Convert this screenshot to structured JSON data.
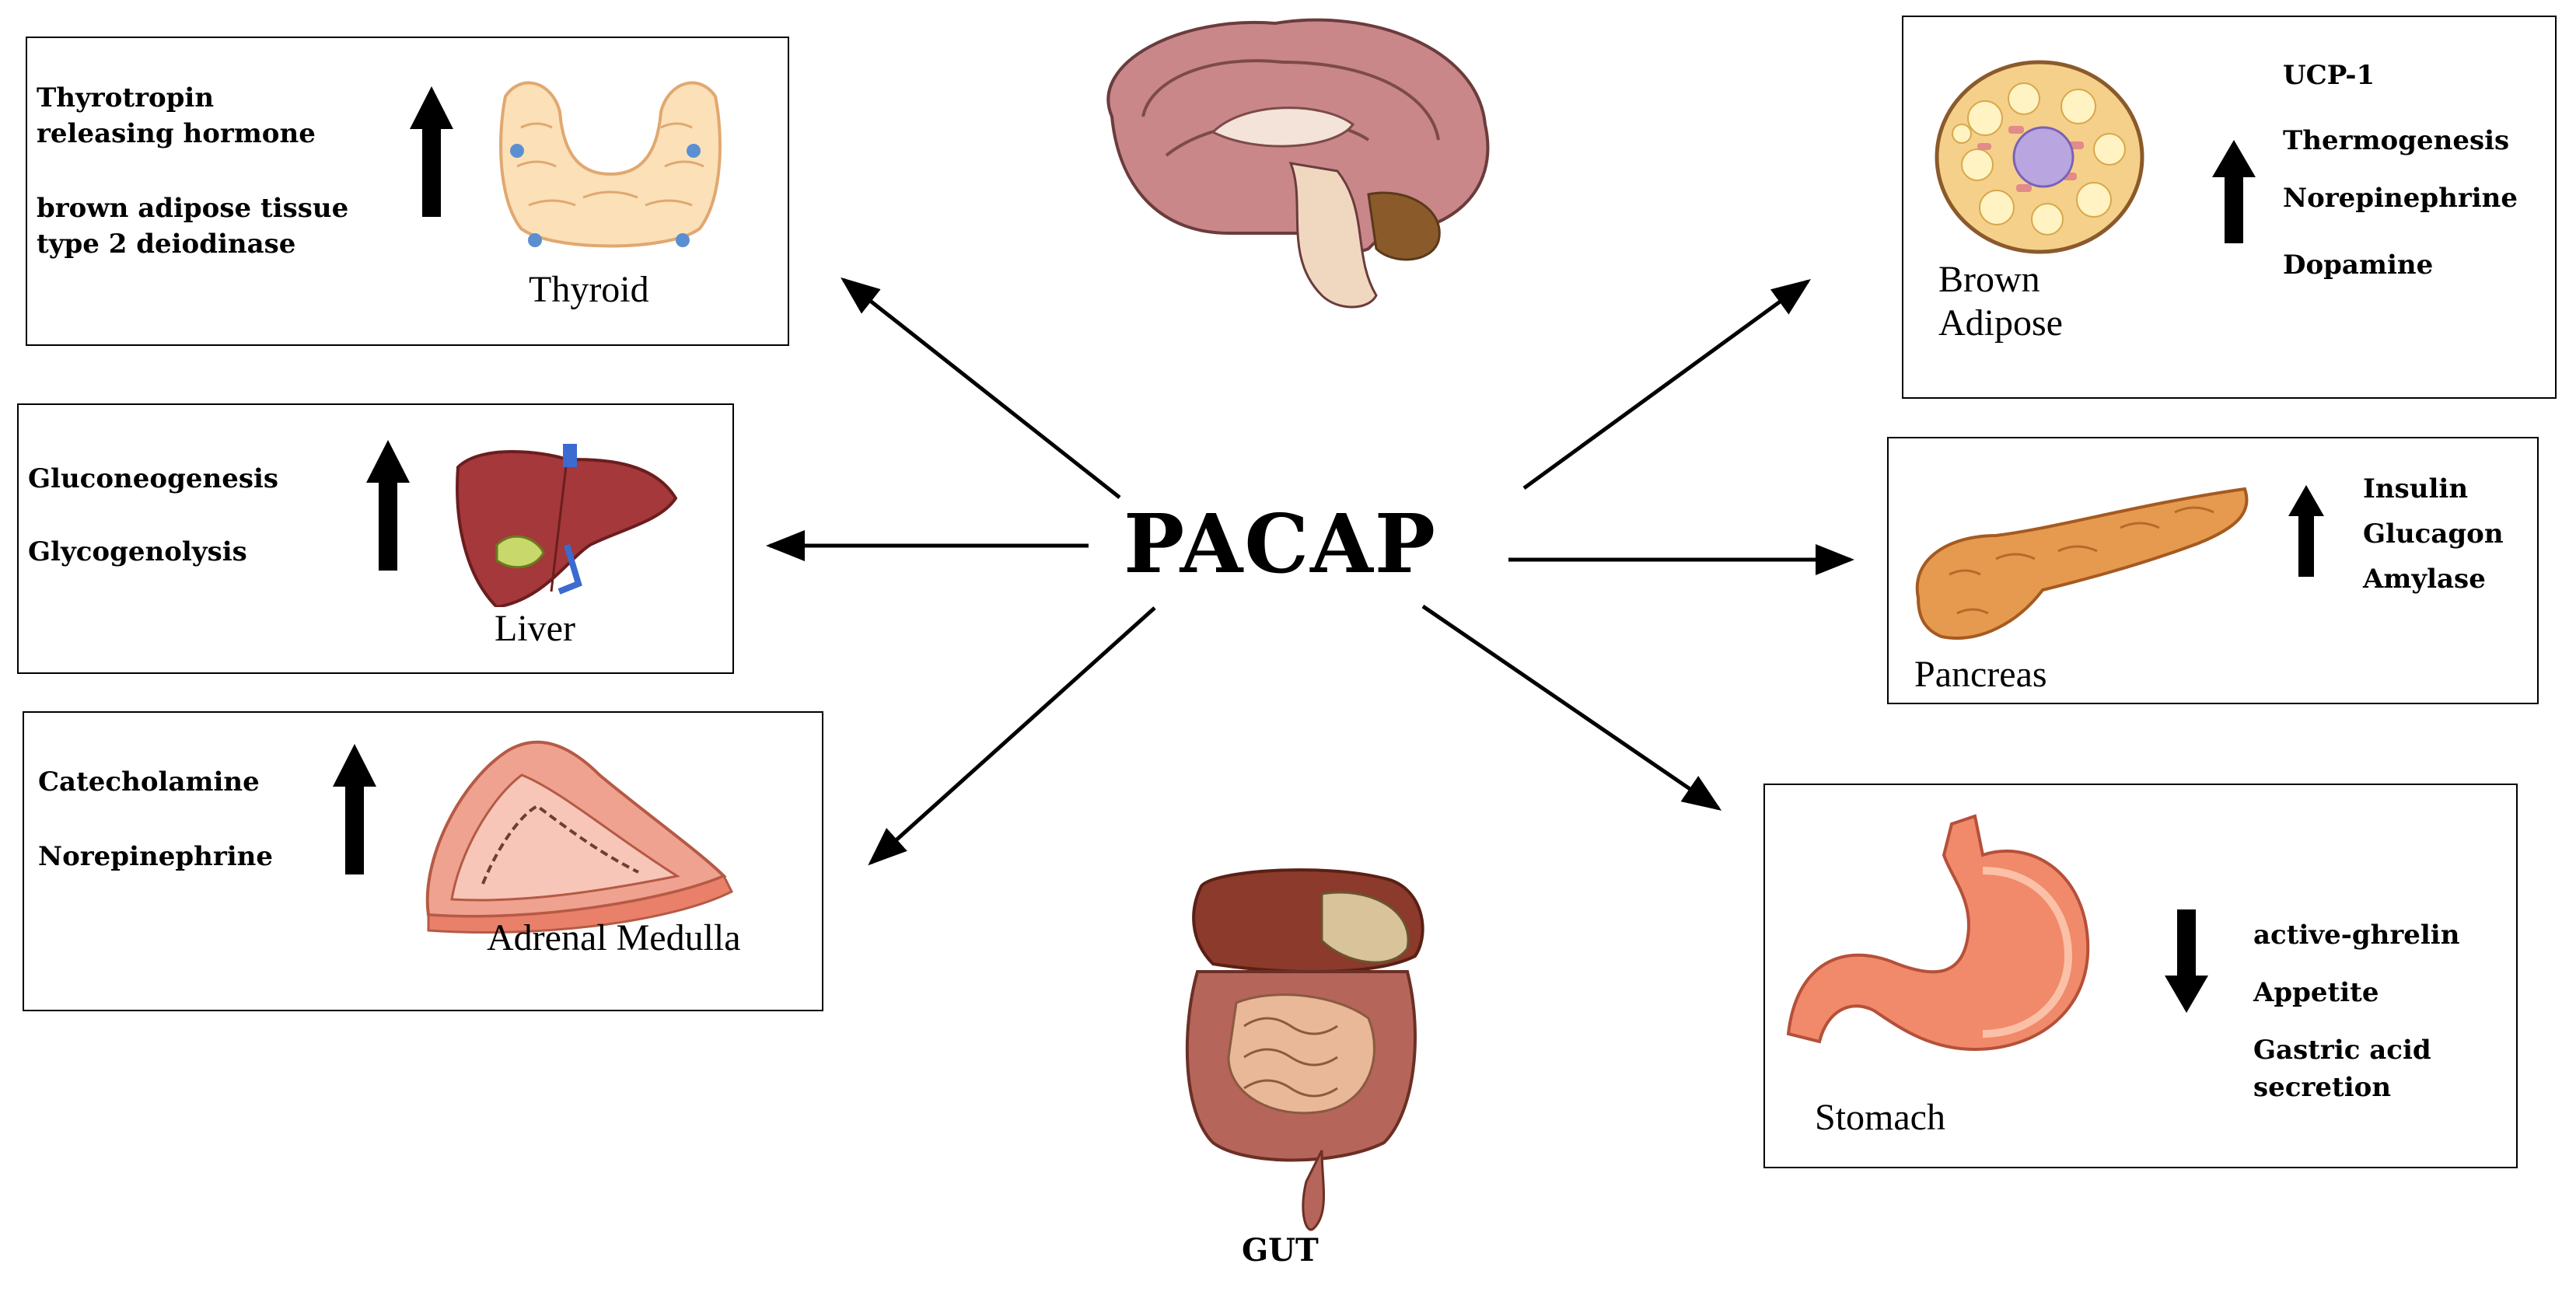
{
  "center": {
    "title": "PACAP"
  },
  "gut": {
    "label": "GUT"
  },
  "thyroid": {
    "label": "Thyroid",
    "direction": "up",
    "effects": [
      "Thyrotropin",
      "releasing hormone",
      "brown adipose tissue",
      "type 2 deiodinase"
    ]
  },
  "liver": {
    "label": "Liver",
    "direction": "up",
    "effects": [
      "Gluconeogenesis",
      "Glycogenolysis"
    ]
  },
  "adrenal": {
    "label": "Adrenal Medulla",
    "direction": "up",
    "effects": [
      "Catecholamine",
      "Norepinephrine"
    ]
  },
  "brown_adipose": {
    "label_line1": "Brown",
    "label_line2": "Adipose",
    "direction": "up",
    "effects": [
      "UCP-1",
      "Thermogenesis",
      "Norepinephrine",
      "Dopamine"
    ]
  },
  "pancreas": {
    "label": "Pancreas",
    "direction": "up",
    "effects": [
      "Insulin",
      "Glucagon",
      "Amylase"
    ]
  },
  "stomach": {
    "label": "Stomach",
    "direction": "down",
    "effects": [
      "active-ghrelin",
      "Appetite",
      "Gastric acid",
      "secretion"
    ]
  }
}
